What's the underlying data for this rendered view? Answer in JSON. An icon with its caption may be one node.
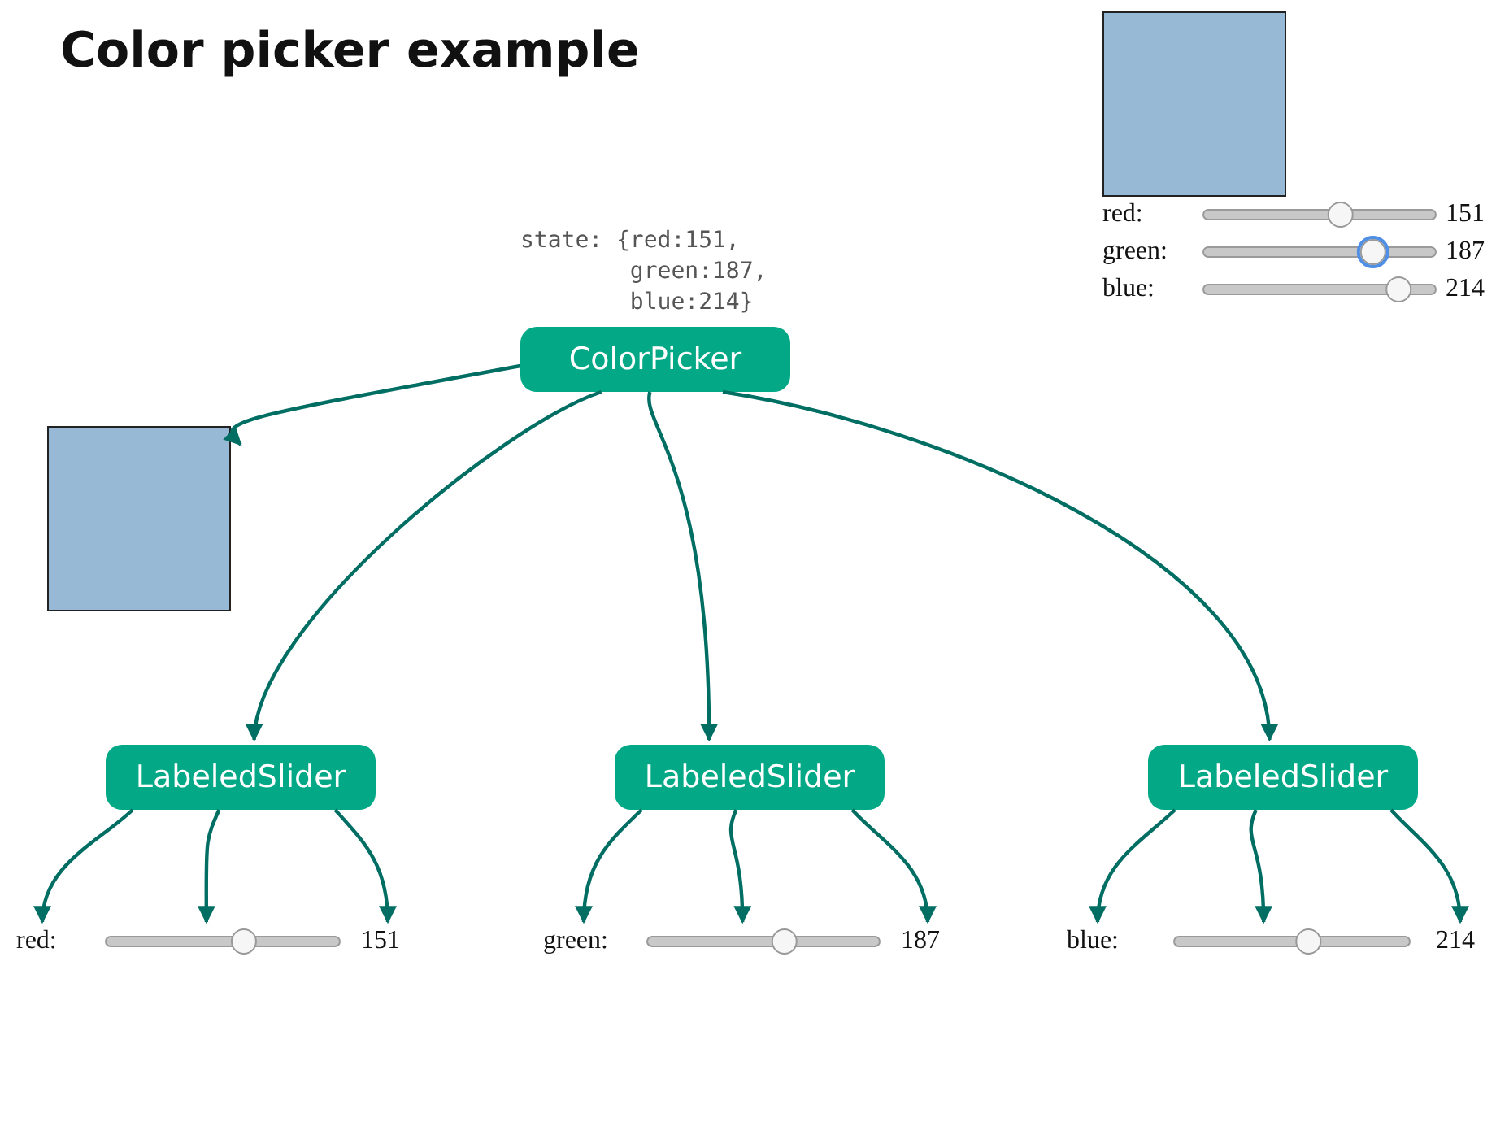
{
  "diagram": {
    "title": "Color picker example",
    "nodes": [
      {
        "text": [
          "ColorPicker"
        ],
        "beside": [
          "state: {red:151, green:187, blue:214}"
        ]
      },
      {
        "text": [],
        "shape": "box"
      },
      {
        "text": [
          "LabeledSlider"
        ]
      },
      {
        "text": [
          "LabeledSlider"
        ]
      },
      {
        "text": [
          "LabeledSlider"
        ]
      },
      {
        "text": [
          "red:"
        ]
      },
      {
        "text": [],
        "shape": "bar"
      },
      {
        "text": [
          "151"
        ]
      },
      {
        "text": [
          "green:"
        ]
      },
      {
        "text": [],
        "shape": "bar"
      },
      {
        "text": [
          "187"
        ]
      },
      {
        "text": [
          "blue:"
        ]
      },
      {
        "text": [],
        "shape": "bar"
      },
      {
        "text": [
          "214"
        ]
      }
    ],
    "edges": [
      {
        "from": 0,
        "to": 1,
        "arrow": "to"
      },
      {
        "from": 0,
        "to": 2,
        "arrow": "to"
      },
      {
        "from": 0,
        "to": 3,
        "arrow": "to"
      },
      {
        "from": 0,
        "to": 4,
        "arrow": "to"
      },
      {
        "from": 2,
        "to": 5,
        "arrow": "to"
      },
      {
        "from": 2,
        "to": 6,
        "arrow": "to"
      },
      {
        "from": 2,
        "to": 7,
        "arrow": "to"
      },
      {
        "from": 3,
        "to": 8,
        "arrow": "to"
      },
      {
        "from": 3,
        "to": 9,
        "arrow": "to"
      },
      {
        "from": 3,
        "to": 10,
        "arrow": "to"
      },
      {
        "from": 4,
        "to": 11,
        "arrow": "to"
      },
      {
        "from": 4,
        "to": 12,
        "arrow": "to"
      },
      {
        "from": 4,
        "to": 13,
        "arrow": "to"
      }
    ],
    "labels": [
      "red:",
      "151",
      "green:",
      "187",
      "blue:",
      "214"
    ]
  }
}
